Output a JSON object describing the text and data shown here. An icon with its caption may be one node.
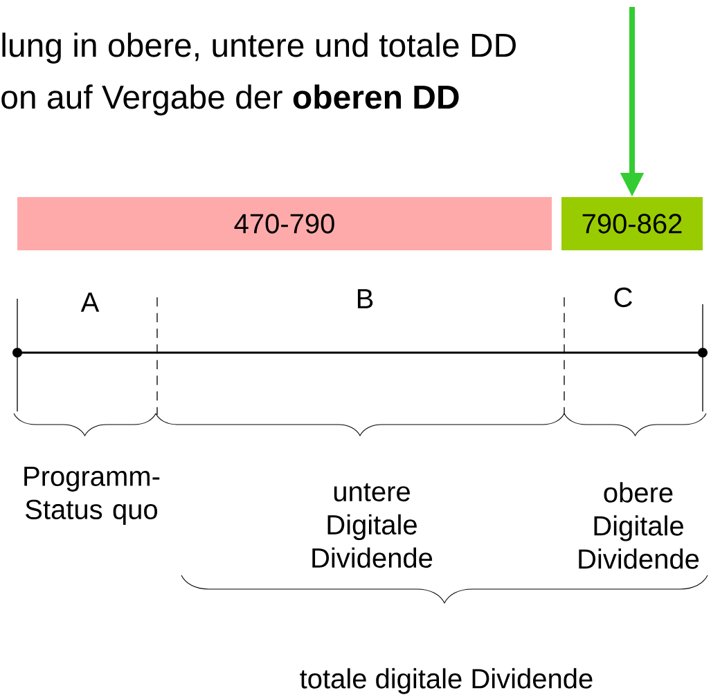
{
  "diagram": {
    "nodes": [
      {
        "text": [
          "470-790"
        ]
      },
      {
        "text": [
          "790-862"
        ]
      }
    ],
    "edges": [
      {
        "from": null,
        "to": 1,
        "arrow": "to",
        "color": "#33cc33"
      }
    ],
    "labels": [
      "lung in obere, untere und totale DD",
      "on auf Vergabe der **oberen DD**",
      "A",
      "B",
      "C",
      "Programm- Status quo",
      "untere Digitale Dividende",
      "obere Digitale Dividende",
      "totale digitale Dividende"
    ]
  }
}
